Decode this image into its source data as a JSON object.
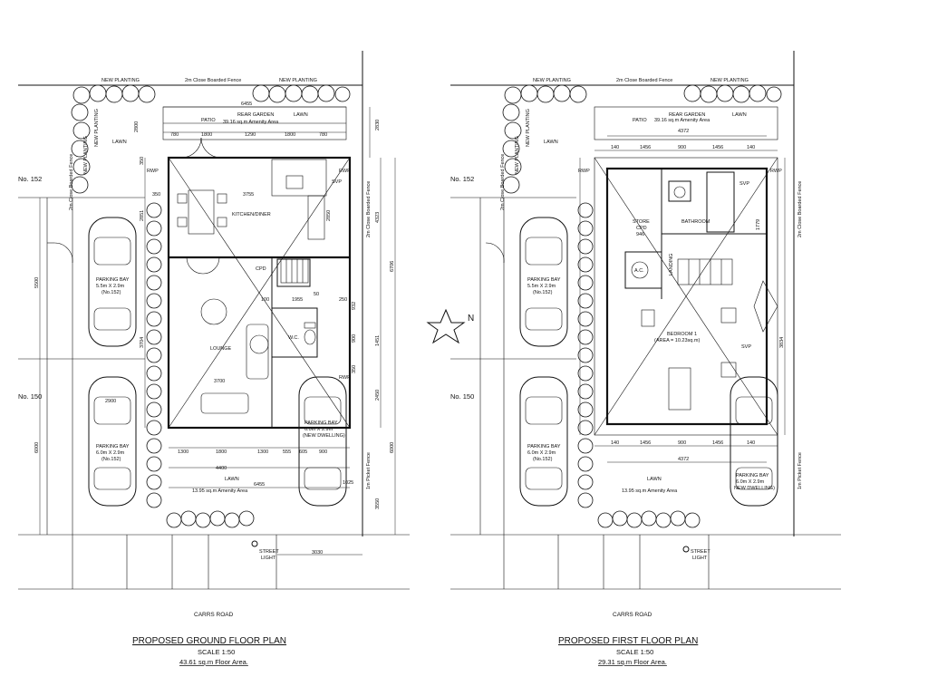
{
  "left_plan": {
    "title": "PROPOSED  GROUND  FLOOR  PLAN",
    "scale": "SCALE 1:50",
    "area": "43.61  sq.m  Floor  Area.",
    "labels": {
      "new_planting_1": "NEW PLANTING",
      "new_planting_2": "NEW PLANTING",
      "new_planting_v1": "NEW PLANTING",
      "new_planting_v2": "NEW PLANTING",
      "fence_top": "2m Close Boarded Fence",
      "fence_left": "2m Close Boarded Fence",
      "fence_right": "2m Close Boarded Fence",
      "picket_fence": "1m Picket Fence",
      "patio": "PATIO",
      "rear_garden": "REAR  GARDEN",
      "rear_amenity": "39.16  sq.m  Amenity  Area",
      "lawn_top": "LAWN",
      "lawn_left": "LAWN",
      "lawn_bottom": "LAWN",
      "bottom_amenity": "13.95  sq.m  Amenity  Area",
      "kitchen": "KITCHEN/DINER",
      "lounge": "LOUNGE",
      "wc": "W.C.",
      "cpd": "CPD",
      "svp": "SVP",
      "rwp_1": "RWP",
      "rwp_2": "RWP",
      "rwp_3": "RWP",
      "no152": "No. 152",
      "no150": "No. 150",
      "bay1_a": "PARKING BAY",
      "bay1_b": "5.5m X 2.9m",
      "bay1_c": "(No.152)",
      "bay2_a": "PARKING BAY",
      "bay2_b": "6.0m X 2.9m",
      "bay2_c": "(No.152)",
      "bay3_a": "PARKING BAY",
      "bay3_b": "6.0m X 2.9m",
      "bay3_c": "(NEW DWELLING)",
      "street_1": "STREET",
      "street_2": "LIGHT",
      "road": "CARRS  ROAD"
    },
    "dims": [
      "6455",
      "780",
      "1800",
      "1290",
      "1800",
      "780",
      "2800",
      "2830",
      "350",
      "350",
      "3755",
      "2850",
      "4323",
      "6706",
      "2851",
      "5500",
      "100",
      "1955",
      "50",
      "250",
      "932",
      "1451",
      "3704",
      "900",
      "350",
      "2450",
      "3700",
      "2900",
      "1300",
      "1800",
      "1300",
      "555",
      "605",
      "900",
      "4400",
      "6455",
      "6000",
      "6000",
      "1025",
      "3550",
      "3030"
    ]
  },
  "right_plan": {
    "title": "PROPOSED  FIRST  FLOOR  PLAN",
    "scale": "SCALE 1:50",
    "area": "29.31  sq.m  Floor  Area.",
    "labels": {
      "new_planting_1": "NEW PLANTING",
      "new_planting_2": "NEW PLANTING",
      "new_planting_v1": "NEW PLANTING",
      "new_planting_v2": "NEW PLANTING",
      "fence_top": "2m Close Boarded Fence",
      "fence_left": "2m Close Boarded Fence",
      "fence_right": "2m Close Boarded Fence",
      "picket_fence": "1m Picket Fence",
      "patio": "PATIO",
      "rear_garden": "REAR  GARDEN",
      "rear_amenity": "39.16  sq.m  Amenity  Area",
      "lawn_top": "LAWN",
      "lawn_left": "LAWN",
      "lawn_bottom": "LAWN",
      "bottom_amenity": "13.95  sq.m  Amenity  Area",
      "store": "STORE",
      "cpd": "CPD",
      "bathroom": "BATHROOM",
      "bedroom": "BEDROOM 1",
      "bedroom_area": "(AREA = 10.23sq.m)",
      "landing": "LANDING",
      "ac": "A.C.",
      "svp_1": "SVP",
      "svp_2": "SVP",
      "rwp_1": "RWP",
      "rwp_2": "RWP",
      "no152": "No. 152",
      "no150": "No. 150",
      "bay1_a": "PARKING BAY",
      "bay1_b": "5.5m X 2.9m",
      "bay1_c": "(No.152)",
      "bay2_a": "PARKING BAY",
      "bay2_b": "6.0m X 2.9m",
      "bay2_c": "(No.152)",
      "bay3_a": "PARKING BAY",
      "bay3_b": "6.0m X 2.9m",
      "bay3_c": "NEW DWELLING)",
      "street_1": "STREET",
      "street_2": "LIGHT",
      "road": "CARRS  ROAD"
    },
    "dims": [
      "4372",
      "140",
      "1456",
      "900",
      "1456",
      "140",
      "946",
      "1779",
      "3834",
      "140",
      "1456",
      "900",
      "1456",
      "140",
      "4372"
    ]
  },
  "north_label": "N"
}
